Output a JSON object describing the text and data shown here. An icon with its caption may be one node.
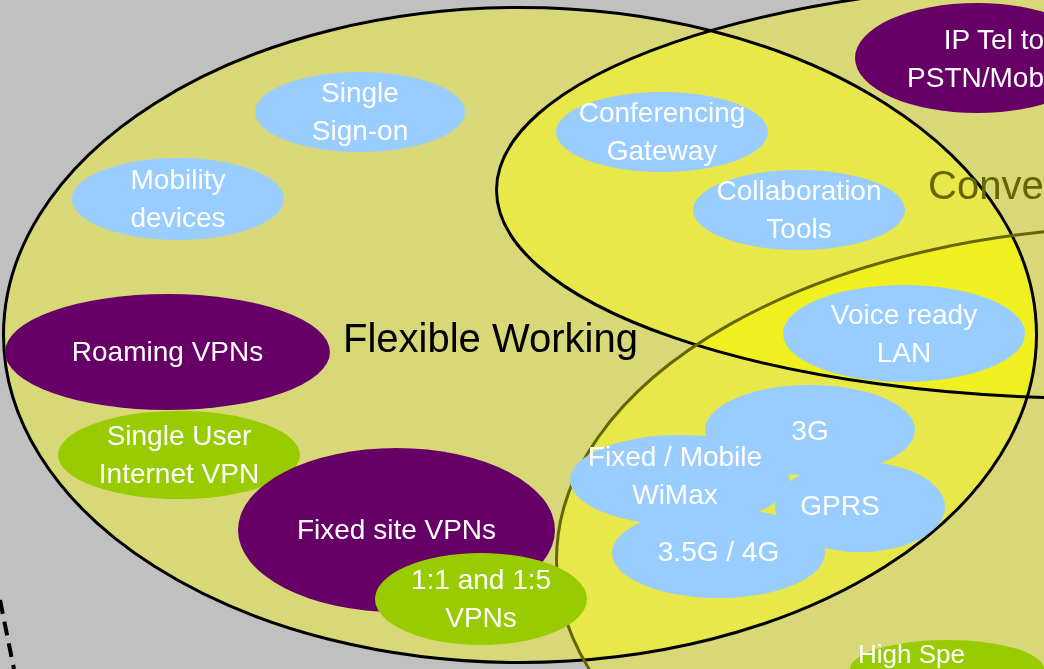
{
  "diagram": {
    "nodes": [
      {
        "text": [
          "Flexible Working"
        ]
      },
      {
        "text": [
          "Single Sign-on"
        ],
        "in": 0
      },
      {
        "text": [
          "Mobility devices"
        ],
        "in": 0
      },
      {
        "text": [
          "Roaming VPNs"
        ],
        "in": 0
      },
      {
        "text": [
          "Single User Internet VPN"
        ],
        "in": 0
      },
      {
        "text": [
          "Fixed site VPNs"
        ],
        "in": 0
      },
      {
        "text": [
          "1:1 and 1:5 VPNs"
        ],
        "in": 0
      },
      {
        "text": [
          "Conve"
        ]
      },
      {
        "text": [
          "IP Tel to PSTN/Mob"
        ],
        "in": 7
      },
      {
        "text": [
          "Conferencing Gateway"
        ]
      },
      {
        "text": [
          "Collaboration Tools"
        ]
      },
      {
        "text": [],
        "shape": "circle"
      },
      {
        "text": [
          "Voice ready LAN"
        ]
      },
      {
        "text": [
          "Fixed / Mobile WiMax",
          "3G",
          "GPRS",
          "3.5G / 4G"
        ]
      },
      {
        "text": [
          "High Spe"
        ],
        "in": 11
      }
    ],
    "edges": []
  }
}
